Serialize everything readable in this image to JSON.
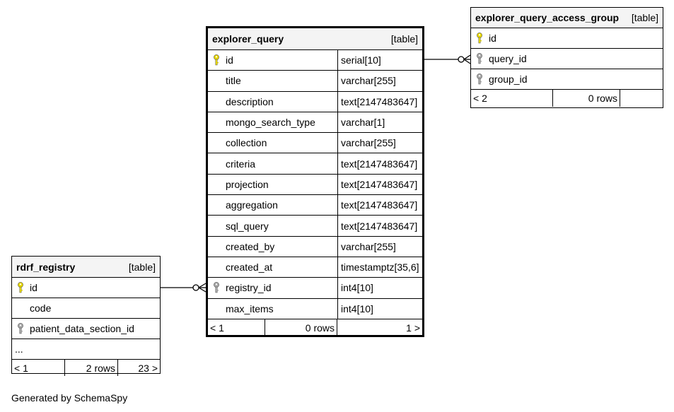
{
  "explorer_query": {
    "name": "explorer_query",
    "kind": "[table]",
    "columns": [
      {
        "name": "id",
        "type": "serial[10]",
        "key": "primary"
      },
      {
        "name": "title",
        "type": "varchar[255]",
        "key": "none"
      },
      {
        "name": "description",
        "type": "text[2147483647]",
        "key": "none"
      },
      {
        "name": "mongo_search_type",
        "type": "varchar[1]",
        "key": "none"
      },
      {
        "name": "collection",
        "type": "varchar[255]",
        "key": "none"
      },
      {
        "name": "criteria",
        "type": "text[2147483647]",
        "key": "none"
      },
      {
        "name": "projection",
        "type": "text[2147483647]",
        "key": "none"
      },
      {
        "name": "aggregation",
        "type": "text[2147483647]",
        "key": "none"
      },
      {
        "name": "sql_query",
        "type": "text[2147483647]",
        "key": "none"
      },
      {
        "name": "created_by",
        "type": "varchar[255]",
        "key": "none"
      },
      {
        "name": "created_at",
        "type": "timestamptz[35,6]",
        "key": "none"
      },
      {
        "name": "registry_id",
        "type": "int4[10]",
        "key": "foreign"
      },
      {
        "name": "max_items",
        "type": "int4[10]",
        "key": "none"
      }
    ],
    "footer": {
      "parents": "< 1",
      "rows": "0 rows",
      "children": "1 >"
    }
  },
  "explorer_query_access_group": {
    "name": "explorer_query_access_group",
    "kind": "[table]",
    "columns": [
      {
        "name": "id",
        "key": "primary"
      },
      {
        "name": "query_id",
        "key": "foreign"
      },
      {
        "name": "group_id",
        "key": "foreign"
      }
    ],
    "footer": {
      "parents": "< 2",
      "rows": "0 rows",
      "children": ""
    }
  },
  "rdrf_registry": {
    "name": "rdrf_registry",
    "kind": "[table]",
    "columns": [
      {
        "name": "id",
        "key": "primary"
      },
      {
        "name": "code",
        "key": "none"
      },
      {
        "name": "patient_data_section_id",
        "key": "foreign"
      },
      {
        "name": "...",
        "key": "none"
      }
    ],
    "footer": {
      "parents": "< 1",
      "rows": "2 rows",
      "children": "23 >"
    }
  },
  "colors": {
    "primary_key": "#e8d800",
    "foreign_key": "#a8a8a8",
    "header_bg": "#f4f4f4"
  },
  "generated_by": "Generated by SchemaSpy"
}
